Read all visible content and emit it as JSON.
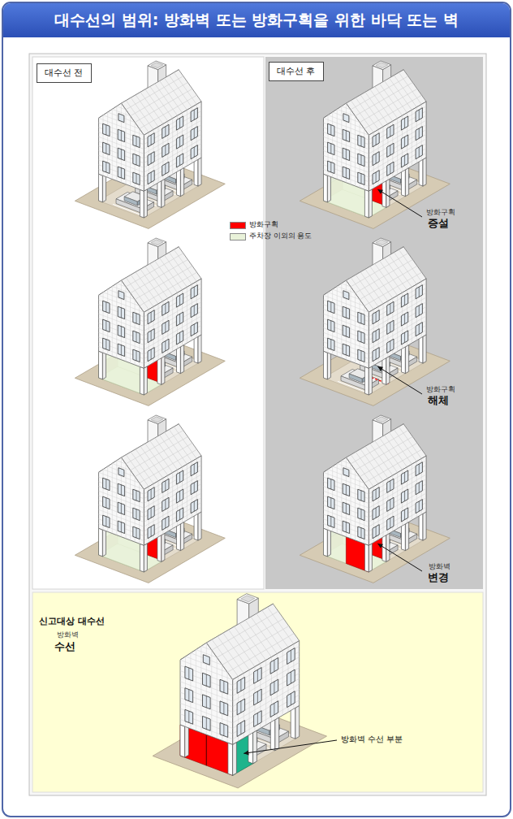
{
  "diagram": {
    "title": "대수선의 범위: 방화벽 또는 방화구획을 위한 바닥 또는 벽",
    "nodes": [
      {
        "text": [
          "대수선 전"
        ]
      },
      {
        "text": [
          "대수선 후"
        ]
      },
      {
        "text": [
          "신고대상 대수선",
          "방화벽",
          "수선"
        ]
      }
    ],
    "labels": [
      "방화구획",
      "증설",
      "방화구획",
      "해체",
      "방화벽",
      "변경",
      "방화벽 수선 부분"
    ],
    "legend": [
      {
        "text": "방화구획",
        "color": "#ff0000"
      },
      {
        "text": "주차장 이외의 용도",
        "color": "#e9f2d9"
      }
    ]
  }
}
